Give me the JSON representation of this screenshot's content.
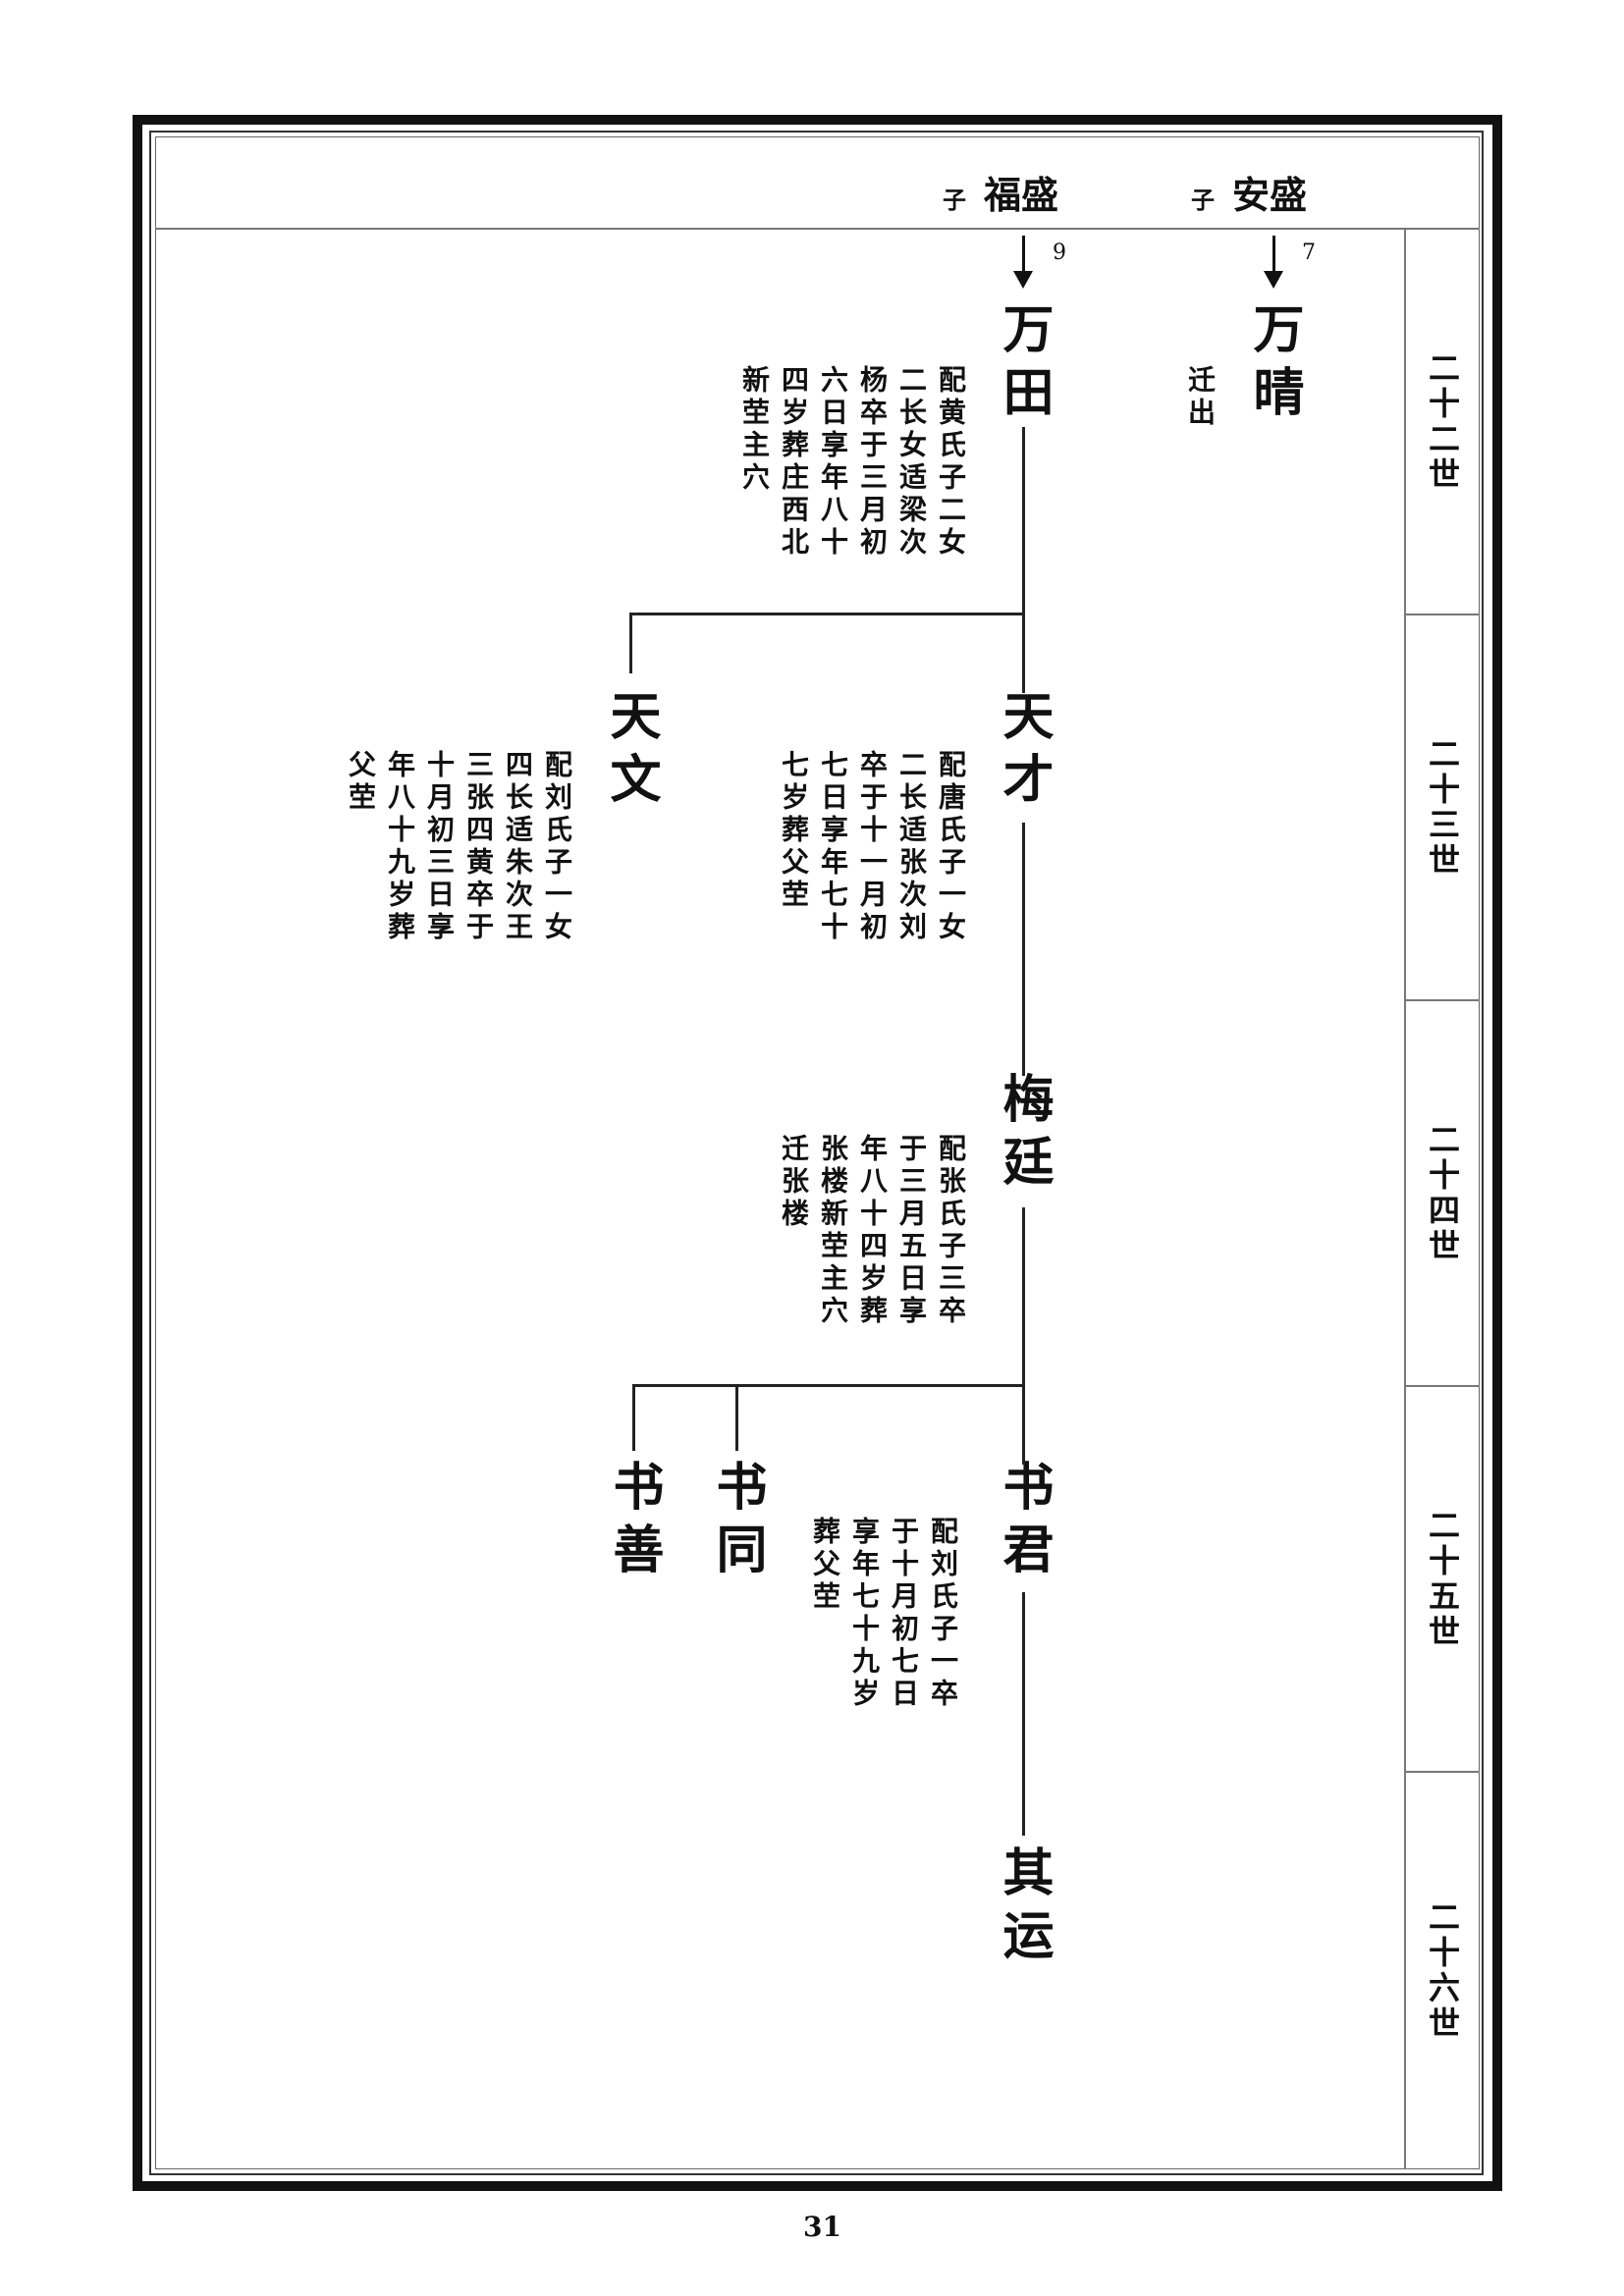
{
  "header": {
    "left": {
      "prefix": "子",
      "name": "福盛",
      "ref": "9"
    },
    "right": {
      "prefix": "子",
      "name": "安盛",
      "ref": "7"
    }
  },
  "generations": [
    "二十二世",
    "二十三世",
    "二十四世",
    "二十五世",
    "二十六世"
  ],
  "persons": {
    "wanqing": {
      "name": "万晴",
      "notes": [
        "迁出"
      ]
    },
    "wantian": {
      "name": "万田",
      "notes": [
        "配黄氏子二女",
        "二长女适梁次",
        "杨卒于三月初",
        "六日享年八十",
        "四岁葬庄西北",
        "新茔主穴"
      ]
    },
    "tiancai": {
      "name": "天才",
      "notes": [
        "配唐氏子一女",
        "二长适张次刘",
        "卒于十一月初",
        "七日享年七十",
        "七岁葬父茔"
      ]
    },
    "tianwen": {
      "name": "天文",
      "notes": [
        "配刘氏子一女",
        "四长适朱次王",
        "三张四黄卒于",
        "十月初三日享",
        "年八十九岁葬",
        "父茔"
      ]
    },
    "meiting": {
      "name": "梅廷",
      "notes": [
        "配张氏子三卒",
        "于三月五日享",
        "年八十四岁葬",
        "张楼新茔主穴",
        "迁张楼"
      ]
    },
    "shujun": {
      "name": "书君",
      "notes": [
        "配刘氏子一卒",
        "于十月初七日",
        "享年七十九岁",
        "葬父茔"
      ]
    },
    "shutong": {
      "name": "书同"
    },
    "shushan": {
      "name": "书善"
    },
    "qiyun": {
      "name": "其运"
    }
  },
  "page_number": "31"
}
